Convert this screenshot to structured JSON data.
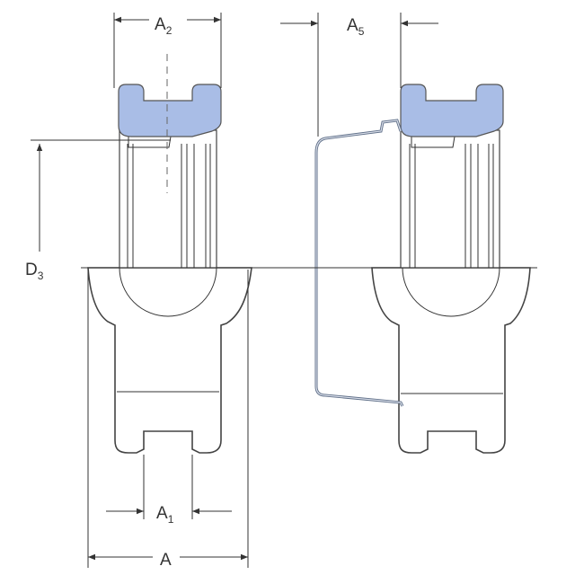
{
  "labels": {
    "a2": {
      "main": "A",
      "sub": "2"
    },
    "a5": {
      "main": "A",
      "sub": "5"
    },
    "d3": {
      "main": "D",
      "sub": "3"
    },
    "a1": {
      "main": "A",
      "sub": "1"
    },
    "a": {
      "main": "A"
    }
  },
  "colors": {
    "seal": "#a9bde6",
    "line": "#333333",
    "cover": "#5f6f88"
  }
}
